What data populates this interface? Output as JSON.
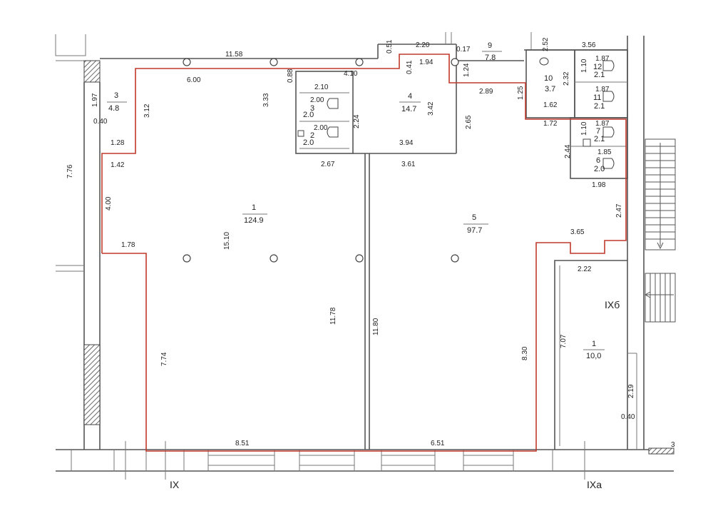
{
  "rooms": [
    {
      "id": "r1",
      "number": "1",
      "area": "124.9"
    },
    {
      "id": "r2",
      "number": "2",
      "area": "2.0"
    },
    {
      "id": "r3s",
      "number": "3",
      "area": "2.0"
    },
    {
      "id": "r3",
      "number": "3",
      "area": "4.8"
    },
    {
      "id": "r4",
      "number": "4",
      "area": "14.7"
    },
    {
      "id": "r5",
      "number": "5",
      "area": "97.7"
    },
    {
      "id": "r6",
      "number": "6",
      "area": "2.0"
    },
    {
      "id": "r7",
      "number": "7",
      "area": "2.1"
    },
    {
      "id": "r9",
      "number": "9",
      "area": "7.8"
    },
    {
      "id": "r10",
      "number": "10",
      "area": "3.7"
    },
    {
      "id": "r11",
      "number": "11",
      "area": "2.1"
    },
    {
      "id": "r12",
      "number": "12",
      "area": "2.1"
    },
    {
      "id": "r1b",
      "number": "1",
      "area": "10,0"
    }
  ],
  "dimensions": [
    "11.58",
    "6.00",
    "4.10",
    "2.20",
    "0.51",
    "0.17",
    "1.94",
    "0.41",
    "1.24",
    "2.52",
    "3.56",
    "1.87",
    "1.10",
    "2.32",
    "1.87",
    "1.62",
    "1.25",
    "2.89",
    "1.72",
    "1.87",
    "1.10",
    "2.44",
    "1.85",
    "1.98",
    "3.42",
    "2.65",
    "3.94",
    "3.61",
    "2.67",
    "0.88",
    "2.10",
    "2.00",
    "2.00",
    "3.33",
    "2.24",
    "3.12",
    "1.97",
    "0.40",
    "1.28",
    "1.42",
    "7.76",
    "4.00",
    "1.78",
    "15.10",
    "11.78",
    "11.80",
    "7.74",
    "8.51",
    "6.51",
    "8.30",
    "3.65",
    "2.22",
    "2.47",
    "7.07",
    "2.19",
    "0.40",
    "3"
  ],
  "axes": [
    "IX",
    "IXa",
    "IXб"
  ]
}
